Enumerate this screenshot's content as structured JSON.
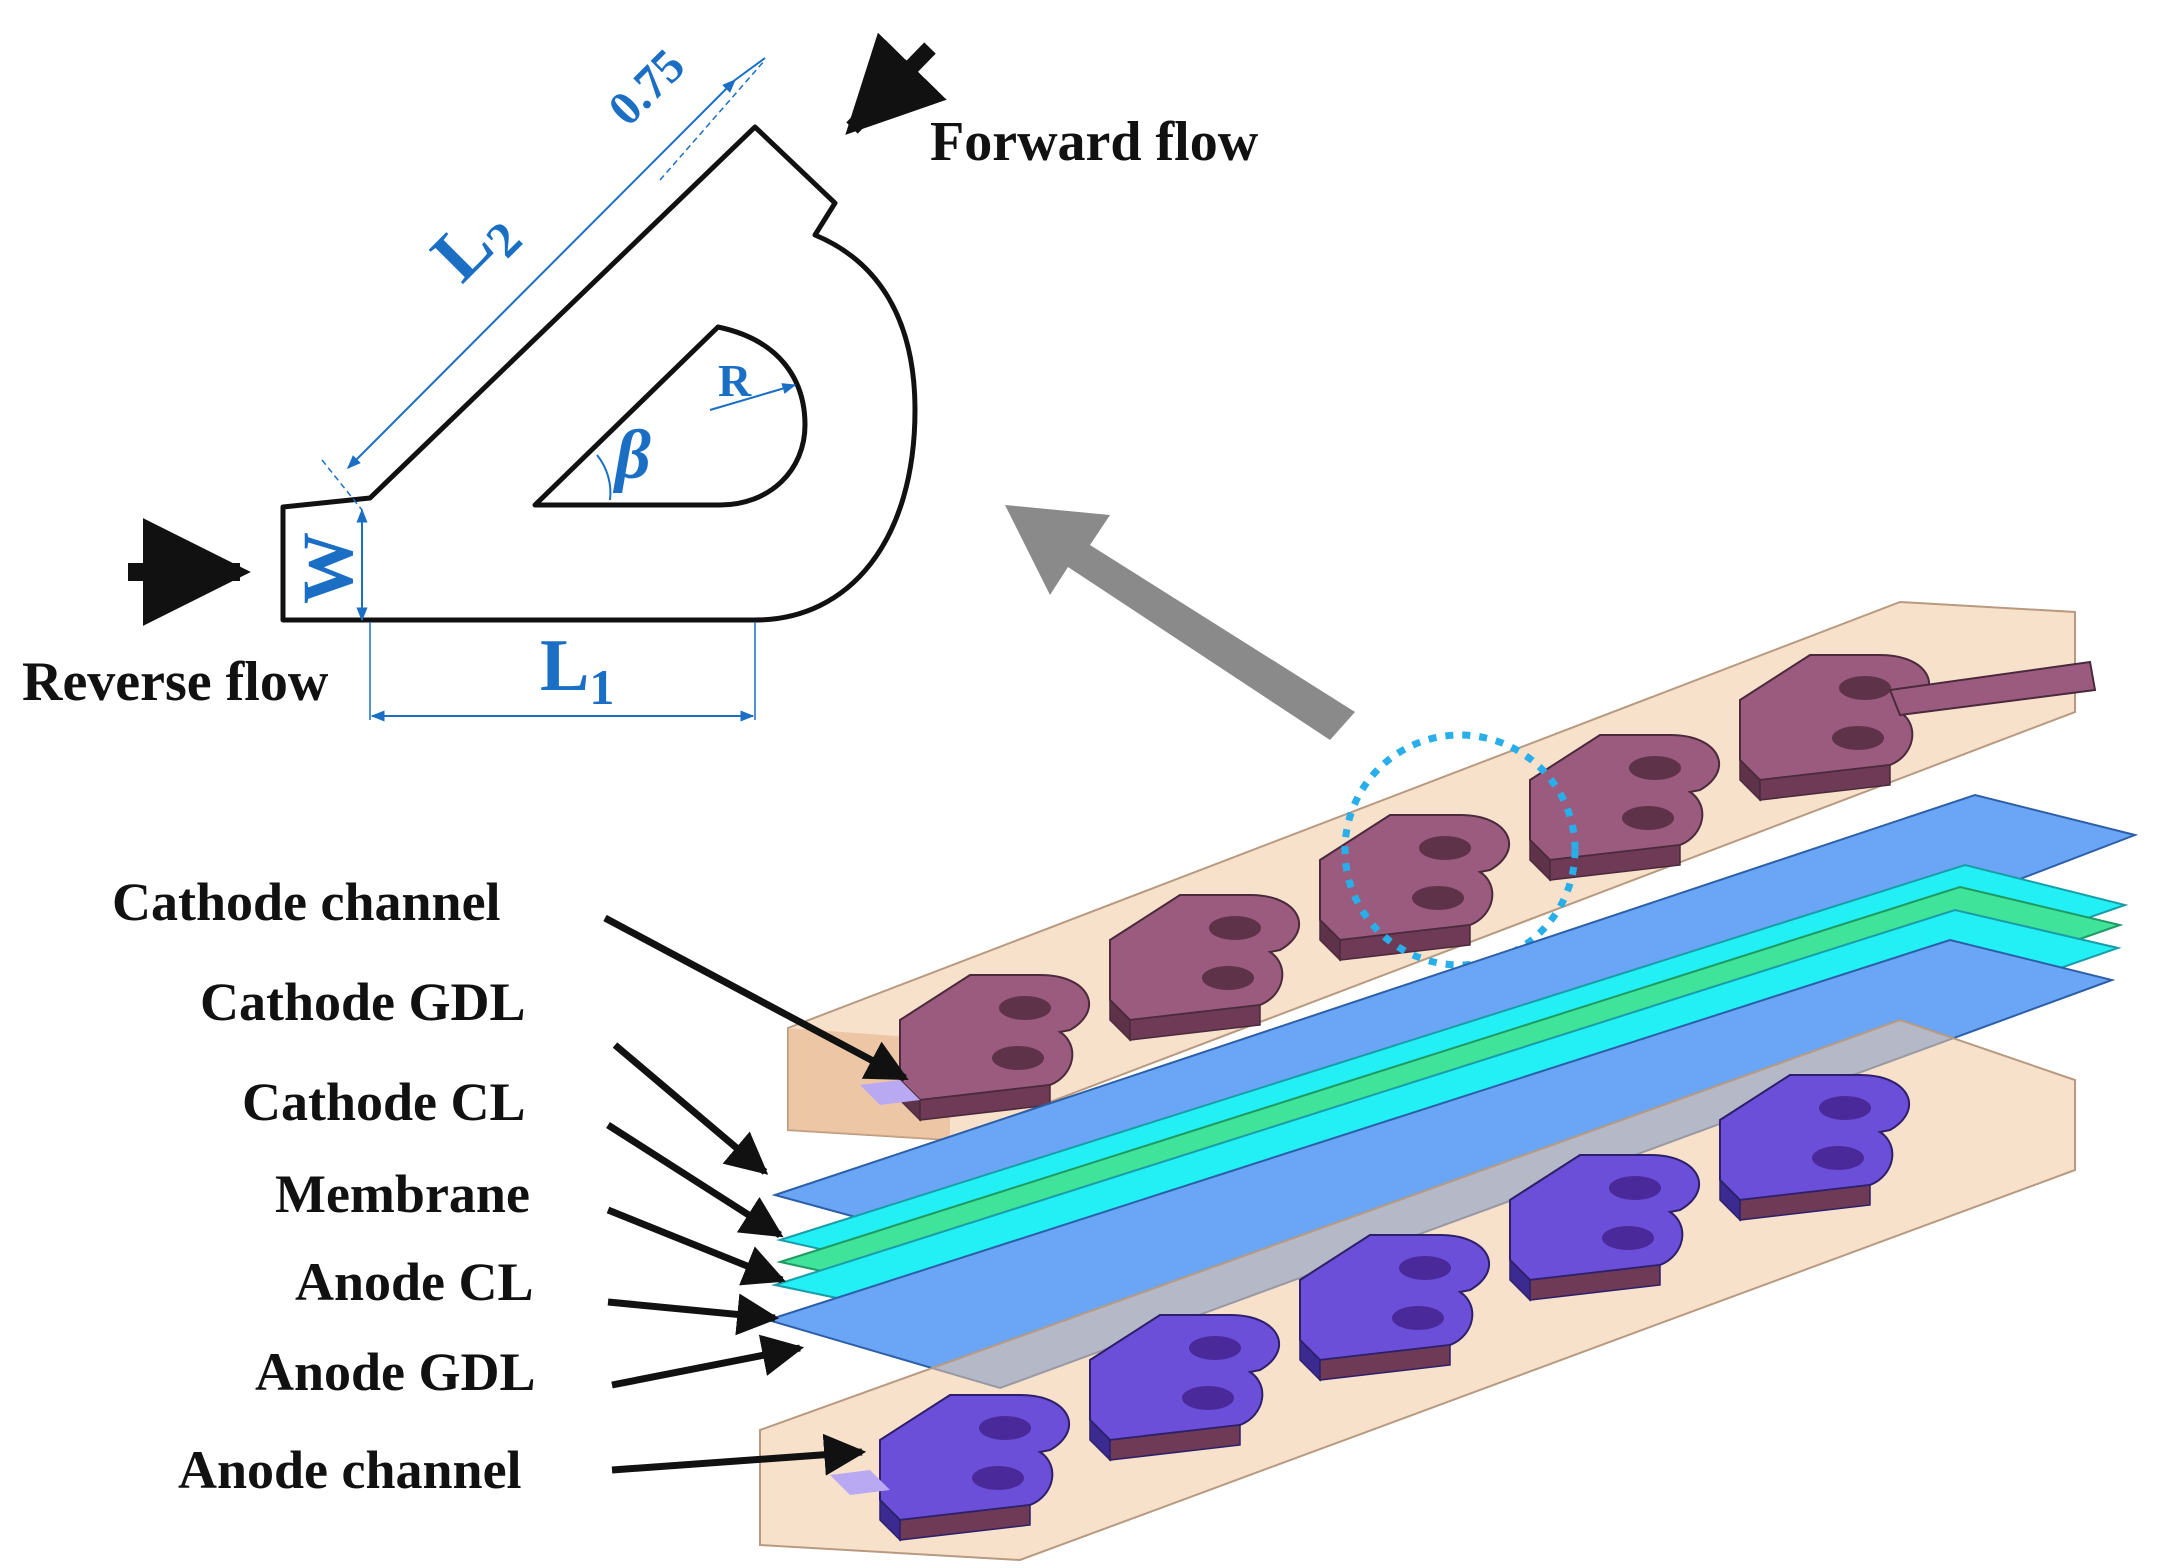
{
  "diagram": {
    "labels": {
      "forward_flow": "Forward flow",
      "reverse_flow": "Reverse flow",
      "cathode_channel": "Cathode channel",
      "cathode_gdl": "Cathode GDL",
      "cathode_cl": "Cathode CL",
      "membrane": "Membrane",
      "anode_cl": "Anode CL",
      "anode_gdl": "Anode GDL",
      "anode_channel": "Anode channel"
    },
    "dimensions": {
      "thickness": "0.75",
      "l2_main": "L",
      "l2_sub": "2",
      "l1_main": "L",
      "l1_sub": "1",
      "width": "W",
      "radius": "R",
      "angle": "β"
    },
    "colors": {
      "cathode_channel": "#9b5b7e",
      "anode_channel": "#6b4fd8",
      "gdl": "#6aa6f5",
      "catalyst_layer": "#22f0f5",
      "membrane": "#3fe39a",
      "housing": "#f2c9a0",
      "dimension_lines": "#1a6fc4",
      "highlight_circle": "#28aee8",
      "zoom_arrow": "#8a8a8a"
    }
  }
}
